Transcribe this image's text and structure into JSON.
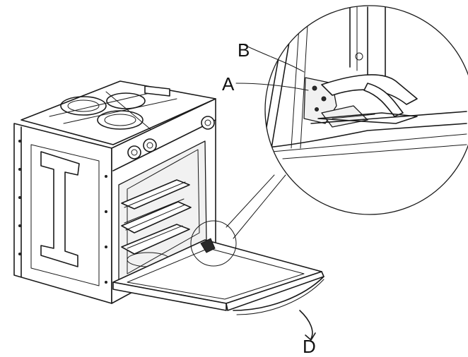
{
  "labels": {
    "a": "A",
    "b": "B",
    "d": "D"
  },
  "icons": {
    "oven": "oven-illustration",
    "magnifier": "detail-magnifier-circle",
    "arrow": "curved-arrow"
  }
}
